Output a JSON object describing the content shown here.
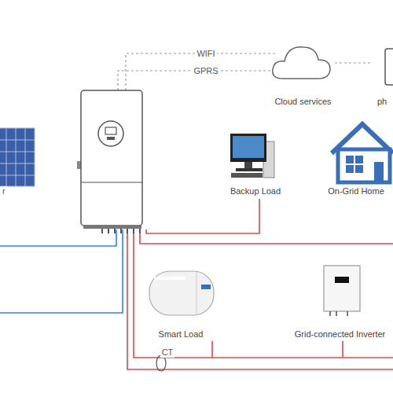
{
  "diagram": {
    "nodes": [
      {
        "text": [
          "Cloud services"
        ]
      },
      {
        "text": [
          "ph"
        ]
      },
      {
        "text": [
          "Backup Load"
        ]
      },
      {
        "text": [
          "On-Grid Home"
        ]
      },
      {
        "text": [
          "Smart Load"
        ]
      },
      {
        "text": [
          "Grid-connected Inverter"
        ]
      }
    ],
    "edges": [
      {
        "from": 0,
        "to": 1,
        "arrow": "none"
      }
    ],
    "labels": [
      "WIFI",
      "GPRS",
      "CT",
      "r"
    ]
  }
}
